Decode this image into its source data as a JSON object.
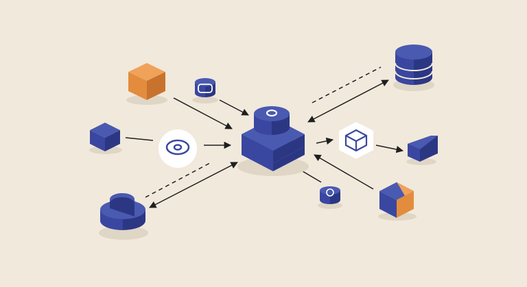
{
  "colors": {
    "background": "#f1e9dc",
    "blue_top": "#4a5ab0",
    "blue_front": "#3a47a0",
    "blue_side": "#2c3784",
    "orange_top": "#f0a25a",
    "orange_front": "#e38c3d",
    "orange_side": "#c8732d",
    "white": "#ffffff",
    "stroke": "#1f1f1f",
    "shadow": "#e0d6c6"
  },
  "nodes": [
    {
      "id": "hub",
      "icon": "stacked-cylinder-hub-icon"
    },
    {
      "id": "database",
      "icon": "database-stack-icon"
    },
    {
      "id": "orange-cube",
      "icon": "orange-cube-icon"
    },
    {
      "id": "small-cylinder",
      "icon": "small-cylinder-icon"
    },
    {
      "id": "blue-cube",
      "icon": "blue-cube-icon"
    },
    {
      "id": "disc",
      "icon": "disc-icon"
    },
    {
      "id": "large-cylinder",
      "icon": "large-cylinder-icon"
    },
    {
      "id": "hex-cube",
      "icon": "hexagon-cube-icon"
    },
    {
      "id": "prism",
      "icon": "blue-prism-icon"
    },
    {
      "id": "small-disc",
      "icon": "small-disc-icon"
    },
    {
      "id": "split-cube",
      "icon": "blue-orange-cube-icon"
    }
  ],
  "connections": [
    {
      "from": "orange-cube",
      "to": "hub",
      "style": "solid",
      "direction": "forward"
    },
    {
      "from": "small-cylinder",
      "to": "hub",
      "style": "solid",
      "direction": "forward"
    },
    {
      "from": "blue-cube",
      "to": "disc",
      "style": "solid",
      "direction": "none"
    },
    {
      "from": "disc",
      "to": "hub",
      "style": "solid",
      "direction": "forward"
    },
    {
      "from": "large-cylinder",
      "to": "hub",
      "style": "solid",
      "direction": "both"
    },
    {
      "from": "hub",
      "to": "database",
      "style": "solid",
      "direction": "both"
    },
    {
      "from": "hub",
      "to": "hex-cube",
      "style": "solid",
      "direction": "forward"
    },
    {
      "from": "hex-cube",
      "to": "prism",
      "style": "solid",
      "direction": "forward"
    },
    {
      "from": "small-disc",
      "to": "hub",
      "style": "solid",
      "direction": "forward"
    },
    {
      "from": "split-cube",
      "to": "hub",
      "style": "solid",
      "direction": "forward"
    }
  ]
}
